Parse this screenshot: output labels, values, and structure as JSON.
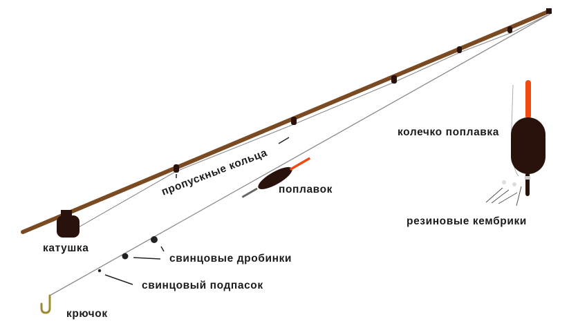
{
  "labels": {
    "rings": "пропускные кольца",
    "float": "поплавок",
    "reel": "катушка",
    "shots": "свинцовые дробинки",
    "sinker": "свинцовый подпасок",
    "hook": "крючок",
    "float_ring": "колечко поплавка",
    "rubber_tubes": "резиновые кембрики"
  },
  "colors": {
    "rod": "#7a4a22",
    "dark": "#2a120c",
    "float_tip": "#f04a10",
    "hook": "#a08a30",
    "line": "#8a8a8a"
  }
}
